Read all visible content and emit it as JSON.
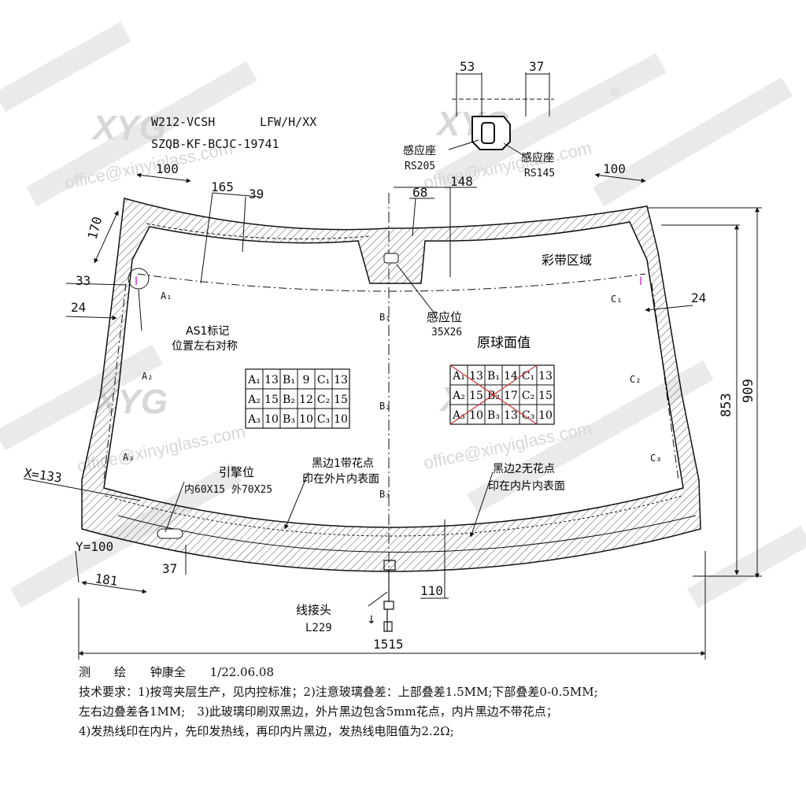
{
  "title_block": {
    "model": "W212-VCSH",
    "type": "LFW/H/XX",
    "code": "SZQB-KF-BCJC-19741"
  },
  "sensor_detail": {
    "dim_53": "53",
    "dim_37": "37",
    "left_seat_label": "感应座",
    "left_seat_code": "RS205",
    "right_seat_label": "感应座",
    "right_seat_code": "RS145"
  },
  "dimensions": {
    "d100_left": "100",
    "d165": "165",
    "d39": "39",
    "d68": "68",
    "d148": "148",
    "d100_right": "100",
    "d170": "170",
    "d33": "33",
    "d24_left": "24",
    "d24_right": "24",
    "d853": "853",
    "d909": "909",
    "x133": "X=133",
    "y100": "Y=100",
    "d181": "181",
    "d37_bottom": "37",
    "d110": "110",
    "d1515": "1515"
  },
  "annotations": {
    "band_area": "彩带区域",
    "sensor_pos": "感应位",
    "sensor_size": "35X26",
    "as1_mark": "AS1标记",
    "as1_position": "位置左右对称",
    "original_values": "原球面值",
    "engine_pos": "引擎位",
    "engine_size": "内60X15 外70X25",
    "black1_line1": "黑边1带花点",
    "black1_line2": "印在外片内表面",
    "black2_line1": "黑边2无花点",
    "black2_line2": "印在内片内表面",
    "connector": "线接头",
    "connector_len": "L229"
  },
  "point_labels": {
    "A1": "A₁",
    "A2": "A₂",
    "A3": "A₃",
    "B1": "B₁",
    "B2": "B₂",
    "B3": "B₃",
    "C1": "C₁",
    "C2": "C₂",
    "C3": "C₃"
  },
  "table_left": [
    [
      "A₁",
      "13",
      "B₁",
      "9",
      "C₁",
      "13"
    ],
    [
      "A₂",
      "15",
      "B₂",
      "12",
      "C₂",
      "15"
    ],
    [
      "A₃",
      "10",
      "B₃",
      "10",
      "C₃",
      "10"
    ]
  ],
  "table_right": [
    [
      "A₁",
      "13",
      "B₁",
      "14",
      "C₁",
      "13"
    ],
    [
      "A₂",
      "15",
      "B₂",
      "17",
      "C₂",
      "15"
    ],
    [
      "A₃",
      "10",
      "B₃",
      "13",
      "C₃",
      "10"
    ]
  ],
  "notes": {
    "drafter_label": "测　　绘",
    "drafter_name": "钟康全",
    "date": "1/22.06.08",
    "req1": "技术要求：1)按弯夹层生产，见内控标准；2)注意玻璃叠差：上部叠差1.5MM;下部叠差0-0.5MM;",
    "req2": "左右边叠差各1MM;　3)此玻璃印刷双黑边，外片黑边包含5mm花点，内片黑边不带花点；",
    "req3": "4)发热线印在内片，先印发热线，再印内片黑边，发热线电阻值为2.2Ω;"
  },
  "watermark": {
    "brand": "XYG",
    "email": "office@xinyiglass.com",
    "registered": "®"
  },
  "colors": {
    "line": "#111111",
    "hatch": "#555555",
    "watermark": "#d3d3d3",
    "as1_mark": "#cc22cc",
    "cross_out": "#cc3333"
  }
}
